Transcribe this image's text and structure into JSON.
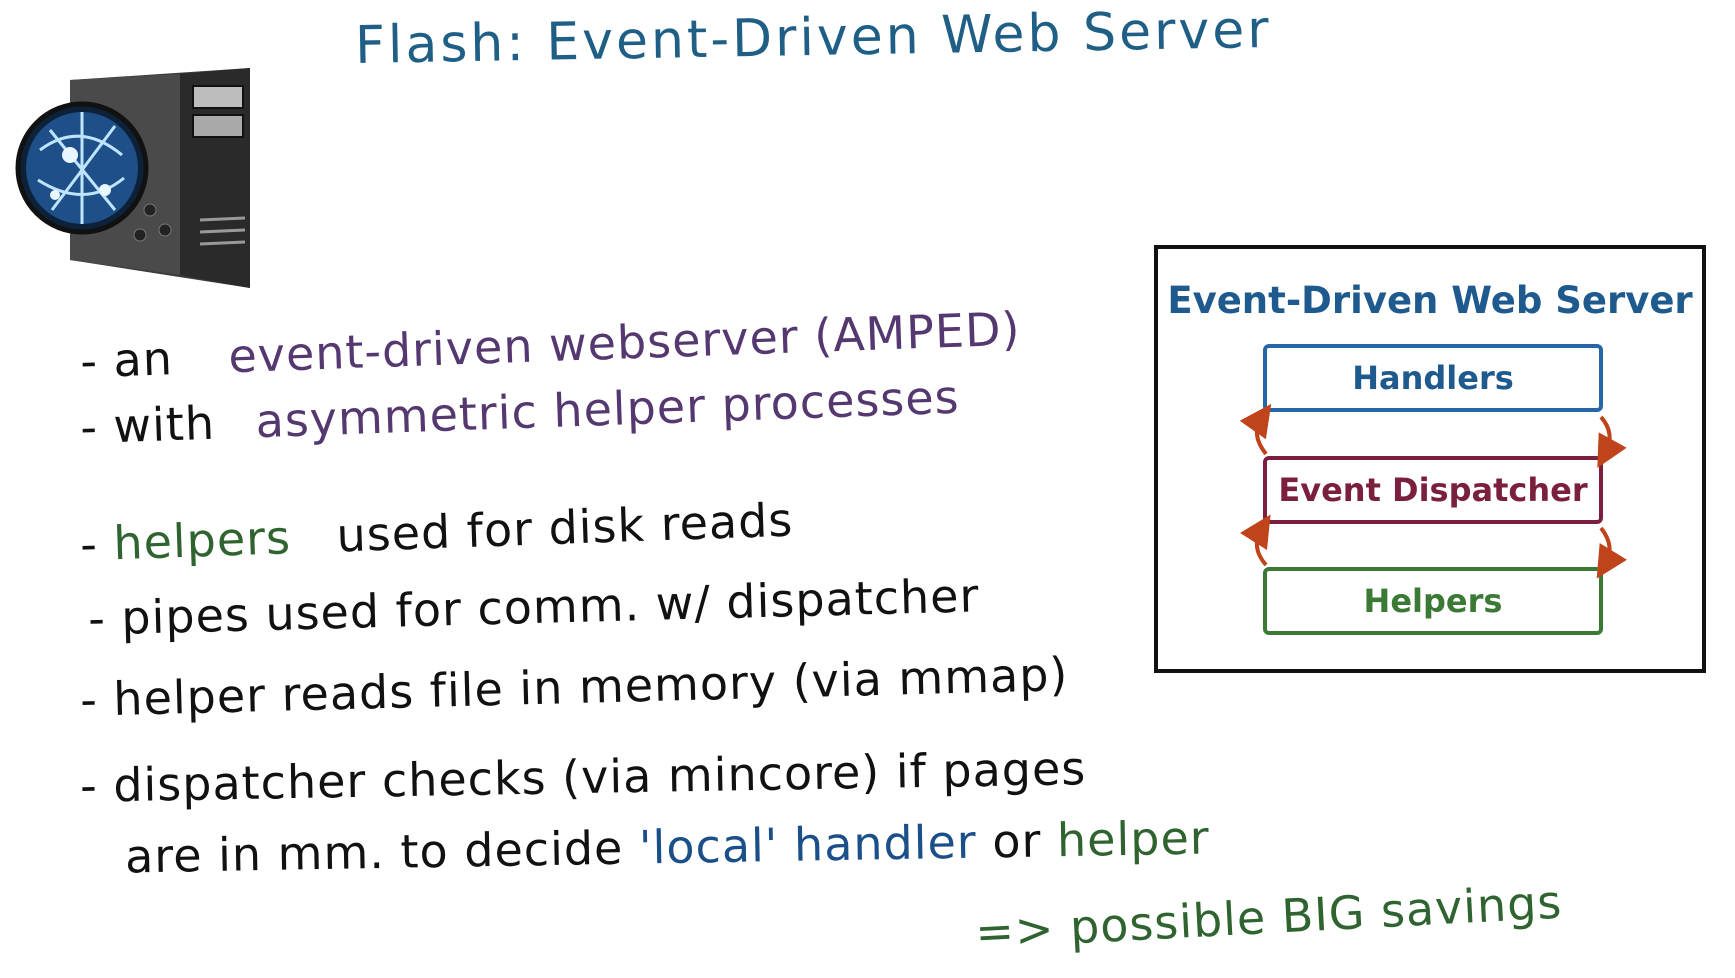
{
  "title": "Flash: Event-Driven  Web  Server",
  "bullets": {
    "l1": {
      "dash": "-",
      "prefix": "an",
      "highlight": "event-driven webserver (AMPED)"
    },
    "l2": {
      "dash": "-",
      "prefix": "with",
      "highlight": "asymmetric helper processes"
    },
    "l3": {
      "dash": "-",
      "highlight": "helpers",
      "rest": "used for disk reads"
    },
    "l4": {
      "dash": "-",
      "text": "pipes used for comm. w/ dispatcher"
    },
    "l5": {
      "dash": "-",
      "text": "helper reads file in memory (via mmap)"
    },
    "l6": {
      "dash": "-",
      "text": "dispatcher checks (via mincore) if pages"
    },
    "l7": {
      "part1": "are in mm. to decide",
      "local": "'local'",
      "handler": "handler",
      "or": "or",
      "helper": "helper"
    },
    "l8": {
      "text": "=> possible BIG savings"
    }
  },
  "diagram": {
    "title": "Event-Driven Web Server",
    "boxes": {
      "handlers": "Handlers",
      "dispatcher": "Event Dispatcher",
      "helpers": "Helpers"
    }
  },
  "colors": {
    "title": "#1f5f86",
    "purple": "#55386f",
    "green": "#2f6430",
    "blue": "#1b4f8a",
    "arrow": "#c0441b"
  },
  "icons": [
    "server-tower-icon",
    "globe-icon"
  ]
}
